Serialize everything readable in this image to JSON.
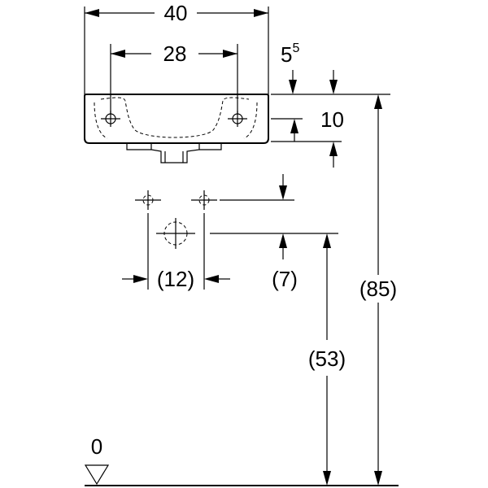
{
  "dimensions": {
    "overall_width": "40",
    "tap_hole_spacing": "28",
    "rim_offset_base": "5",
    "rim_offset_sup": "5",
    "basin_height": "10",
    "connection_spacing": "(12)",
    "connection_height": "(7)",
    "outlet_height": "(53)",
    "total_height": "(85)",
    "floor_level": "0"
  }
}
